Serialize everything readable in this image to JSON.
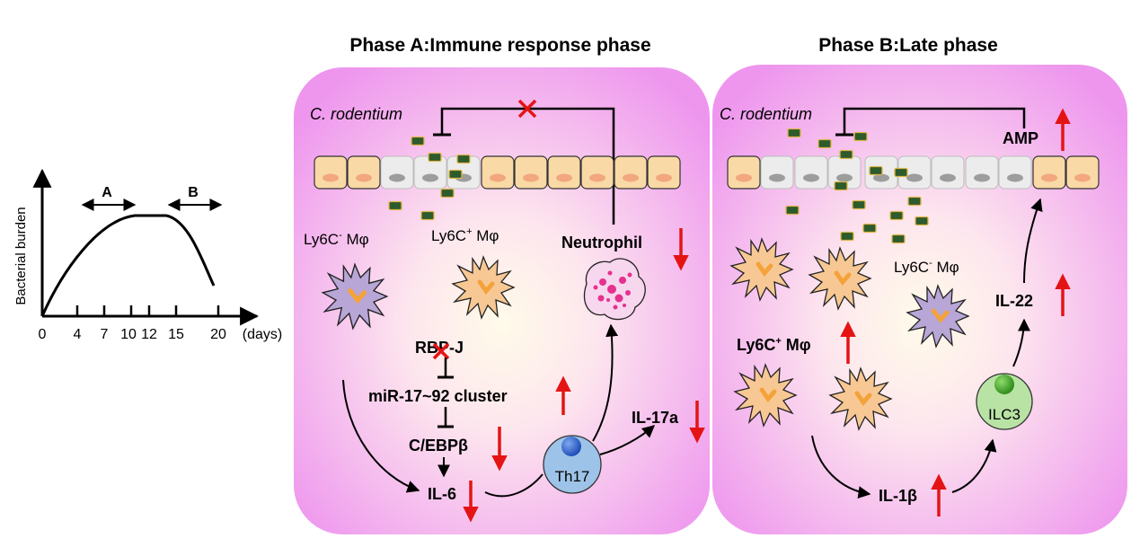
{
  "graph": {
    "y_label": "Bacterial burden",
    "x_ticks": [
      "0",
      "4",
      "7",
      "10",
      "12",
      "15",
      "20"
    ],
    "x_unit": "(days)",
    "phase_a_marker": "A",
    "phase_b_marker": "B"
  },
  "phase_a": {
    "title": "Phase A:Immune response phase",
    "bacteria": "C. rodentium",
    "cell_ly6c_neg": "Ly6C",
    "cell_ly6c_neg_sup": "-",
    "cell_ly6c_neg_suffix": " Mφ",
    "cell_ly6c_pos": "Ly6C",
    "cell_ly6c_pos_sup": "+",
    "cell_ly6c_pos_suffix": " Mφ",
    "neutrophil": "Neutrophil",
    "rbpj": "RBP-J",
    "mir": "miR-17~92 cluster",
    "cebpb": "C/EBPβ",
    "il6": "IL-6",
    "th17": "Th17",
    "il17a": "IL-17a"
  },
  "phase_b": {
    "title": "Phase B:Late phase",
    "bacteria": "C. rodentium",
    "amp": "AMP",
    "cell_ly6c_neg": "Ly6C",
    "cell_ly6c_neg_sup": "-",
    "cell_ly6c_neg_suffix": " Mφ",
    "cell_ly6c_pos": "Ly6C",
    "cell_ly6c_pos_sup": "+",
    "cell_ly6c_pos_suffix": " Mφ",
    "il22": "IL-22",
    "ilc3": "ILC3",
    "il1b": "IL-1β"
  },
  "colors": {
    "panel": "#ee99ee",
    "panel_center": "#fff6e8",
    "epithelial_cell": "#f9d9a6",
    "epithelial_nucleus": "#f2a77e",
    "dead_cell": "#ebebeb",
    "bacteria": "#2e5b2c",
    "ly6c_neg": "#b8a6d6",
    "ly6c_pos": "#f7c894",
    "neutrophil": "#f7d7ee",
    "th17": "#9ec3e8",
    "ilc3": "#b9e3a5",
    "arrow_red": "#e41414"
  }
}
